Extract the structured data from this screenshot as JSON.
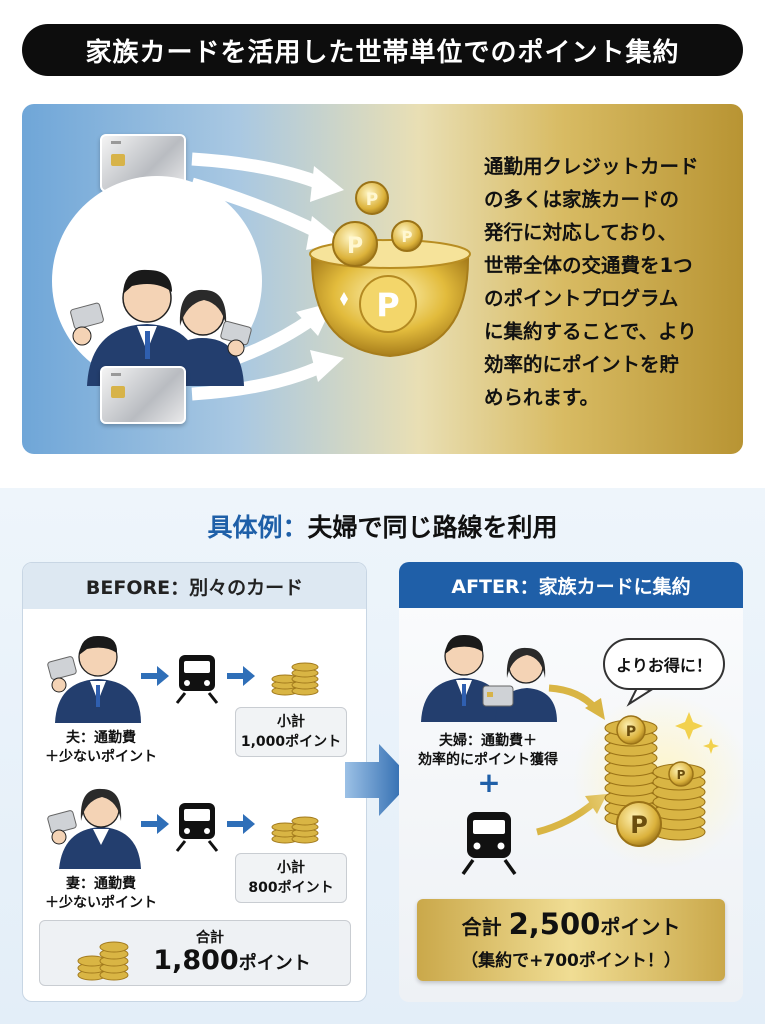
{
  "title": "家族カードを活用した世帯単位でのポイント集約",
  "top_panel": {
    "text_lines": [
      "通勤用クレジットカード",
      "の多くは家族カードの",
      "発行に対応しており、",
      "世帯全体の交通費を1つ",
      "のポイントプログラム",
      "に集約することで、より",
      "効率的にポイントを貯",
      "められます。"
    ],
    "coin_letter": "P"
  },
  "example": {
    "title_highlight": "具体例：",
    "title_rest": "夫婦で同じ路線を利用"
  },
  "before": {
    "header": "BEFORE：別々のカード",
    "husband_label_1": "夫：通勤費",
    "husband_label_2": "＋少ないポイント",
    "husband_sub_label": "小計",
    "husband_sub_value": "1,000ポイント",
    "wife_label_1": "妻：通勤費",
    "wife_label_2": "＋少ないポイント",
    "wife_sub_label": "小計",
    "wife_sub_value": "800ポイント",
    "total_label": "合計",
    "total_number": "1,800",
    "total_unit": "ポイント"
  },
  "after": {
    "header": "AFTER：家族カードに集約",
    "bubble": "よりお得に！",
    "couple_label_1": "夫婦：通勤費＋",
    "couple_label_2": "効率的にポイント獲得",
    "plus": "+",
    "total_prefix": "合計 ",
    "total_number": "2,500",
    "total_unit": "ポイント",
    "total_note": "（集約で+700ポイント！）"
  },
  "colors": {
    "accent_blue": "#1f5fa8",
    "gold": "#d9b544",
    "navy": "#1f3a6b"
  }
}
